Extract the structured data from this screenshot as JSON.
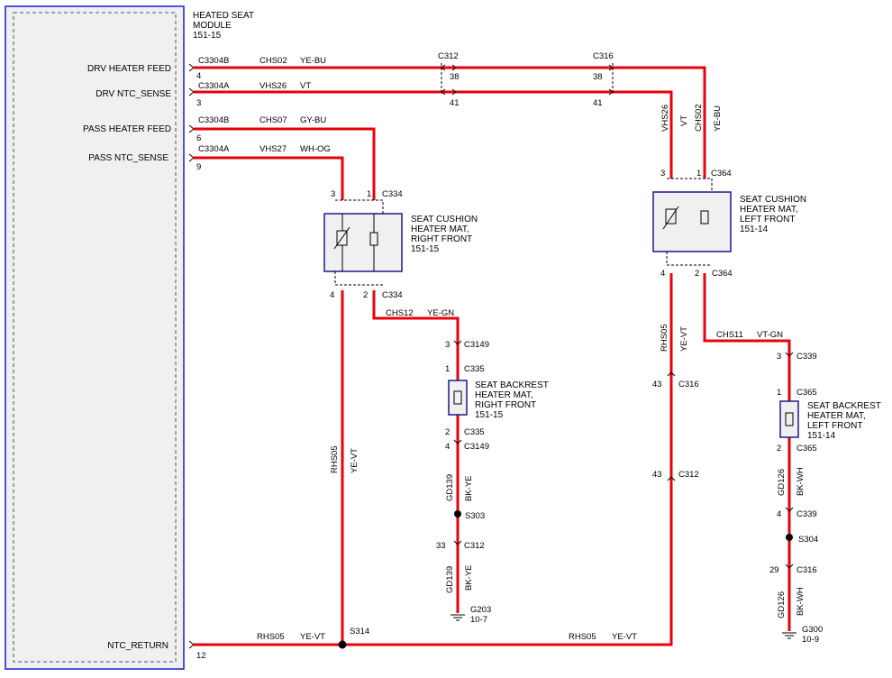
{
  "module": {
    "title_lines": [
      "HEATED SEAT",
      "MODULE",
      "151-15"
    ],
    "pins": [
      {
        "label": "DRV HEATER FEED",
        "connector": "C3304B",
        "pin": "4",
        "circuit": "CHS02",
        "color": "YE-BU"
      },
      {
        "label": "DRV NTC_SENSE",
        "connector": "C3304A",
        "pin": "3",
        "circuit": "VHS26",
        "color": "VT"
      },
      {
        "label": "PASS HEATER FEED",
        "connector": "C3304B",
        "pin": "6",
        "circuit": "CHS07",
        "color": "GY-BU"
      },
      {
        "label": "PASS NTC_SENSE",
        "connector": "C3304A",
        "pin": "9",
        "circuit": "VHS27",
        "color": "WH-OG"
      },
      {
        "label": "NTC_RETURN",
        "connector": "",
        "pin": "12",
        "circuit": "RHS05",
        "color": "YE-VT"
      }
    ]
  },
  "inline_connectors": {
    "c312_top": {
      "name": "C312",
      "pin_a": "38",
      "pin_b": "41"
    },
    "c316_top": {
      "name": "C316",
      "pin_a": "38",
      "pin_b": "41"
    }
  },
  "right_front_cushion": {
    "title_lines": [
      "SEAT CUSHION",
      "HEATER MAT,",
      "RIGHT FRONT",
      "151-15"
    ],
    "top_connector": "C334",
    "top_pin_left": "3",
    "top_pin_right": "1",
    "bottom_connector": "C334",
    "bottom_pin_left": "4",
    "bottom_pin_right": "2"
  },
  "left_front_cushion": {
    "title_lines": [
      "SEAT CUSHION",
      "HEATER MAT,",
      "LEFT FRONT",
      "151-14"
    ],
    "top_connector": "C364",
    "top_pin_left": "3",
    "top_pin_right": "1",
    "bottom_connector": "C364",
    "bottom_pin_left": "4",
    "bottom_pin_right": "2",
    "wire_labels": [
      "VHS26",
      "VT",
      "CHS02",
      "YE-BU"
    ]
  },
  "right_backrest": {
    "title_lines": [
      "SEAT BACKREST",
      "HEATER MAT,",
      "RIGHT FRONT",
      "151-15"
    ],
    "feed_circuit": "CHS12",
    "feed_color": "YE-GN",
    "c3149_top_pin": "3",
    "c3149": "C3149",
    "c335_top_pin": "1",
    "c335": "C335",
    "c335_bot_pin": "2",
    "c3149_bot_pin": "4",
    "gnd_circuit": "GD139",
    "gnd_color": "BK-YE",
    "splice": "S303",
    "c312_pin": "33",
    "c312": "C312",
    "ground": "G203",
    "ground_ref": "10-7"
  },
  "left_backrest": {
    "title_lines": [
      "SEAT BACKREST",
      "HEATER MAT,",
      "LEFT FRONT",
      "151-14"
    ],
    "feed_circuit": "CHS11",
    "feed_color": "VT-GN",
    "c339_top_pin": "3",
    "c339": "C339",
    "c365_top_pin": "1",
    "c365": "C365",
    "c365_bot_pin": "2",
    "c339_bot_pin": "4",
    "gnd_circuit": "GD126",
    "gnd_color": "BK-WH",
    "splice": "S304",
    "c316_pin": "29",
    "c316": "C316",
    "ground": "G300",
    "ground_ref": "10-9"
  },
  "return_path": {
    "left_circuit": "RHS05",
    "left_color": "YE-VT",
    "splice": "S314",
    "vert_circuit": "RHS05",
    "vert_color": "YE-VT",
    "bottom_circuit": "RHS05",
    "bottom_color": "YE-VT",
    "c316_pin": "43",
    "c316": "C316",
    "c312_pin": "43",
    "c312": "C312"
  }
}
